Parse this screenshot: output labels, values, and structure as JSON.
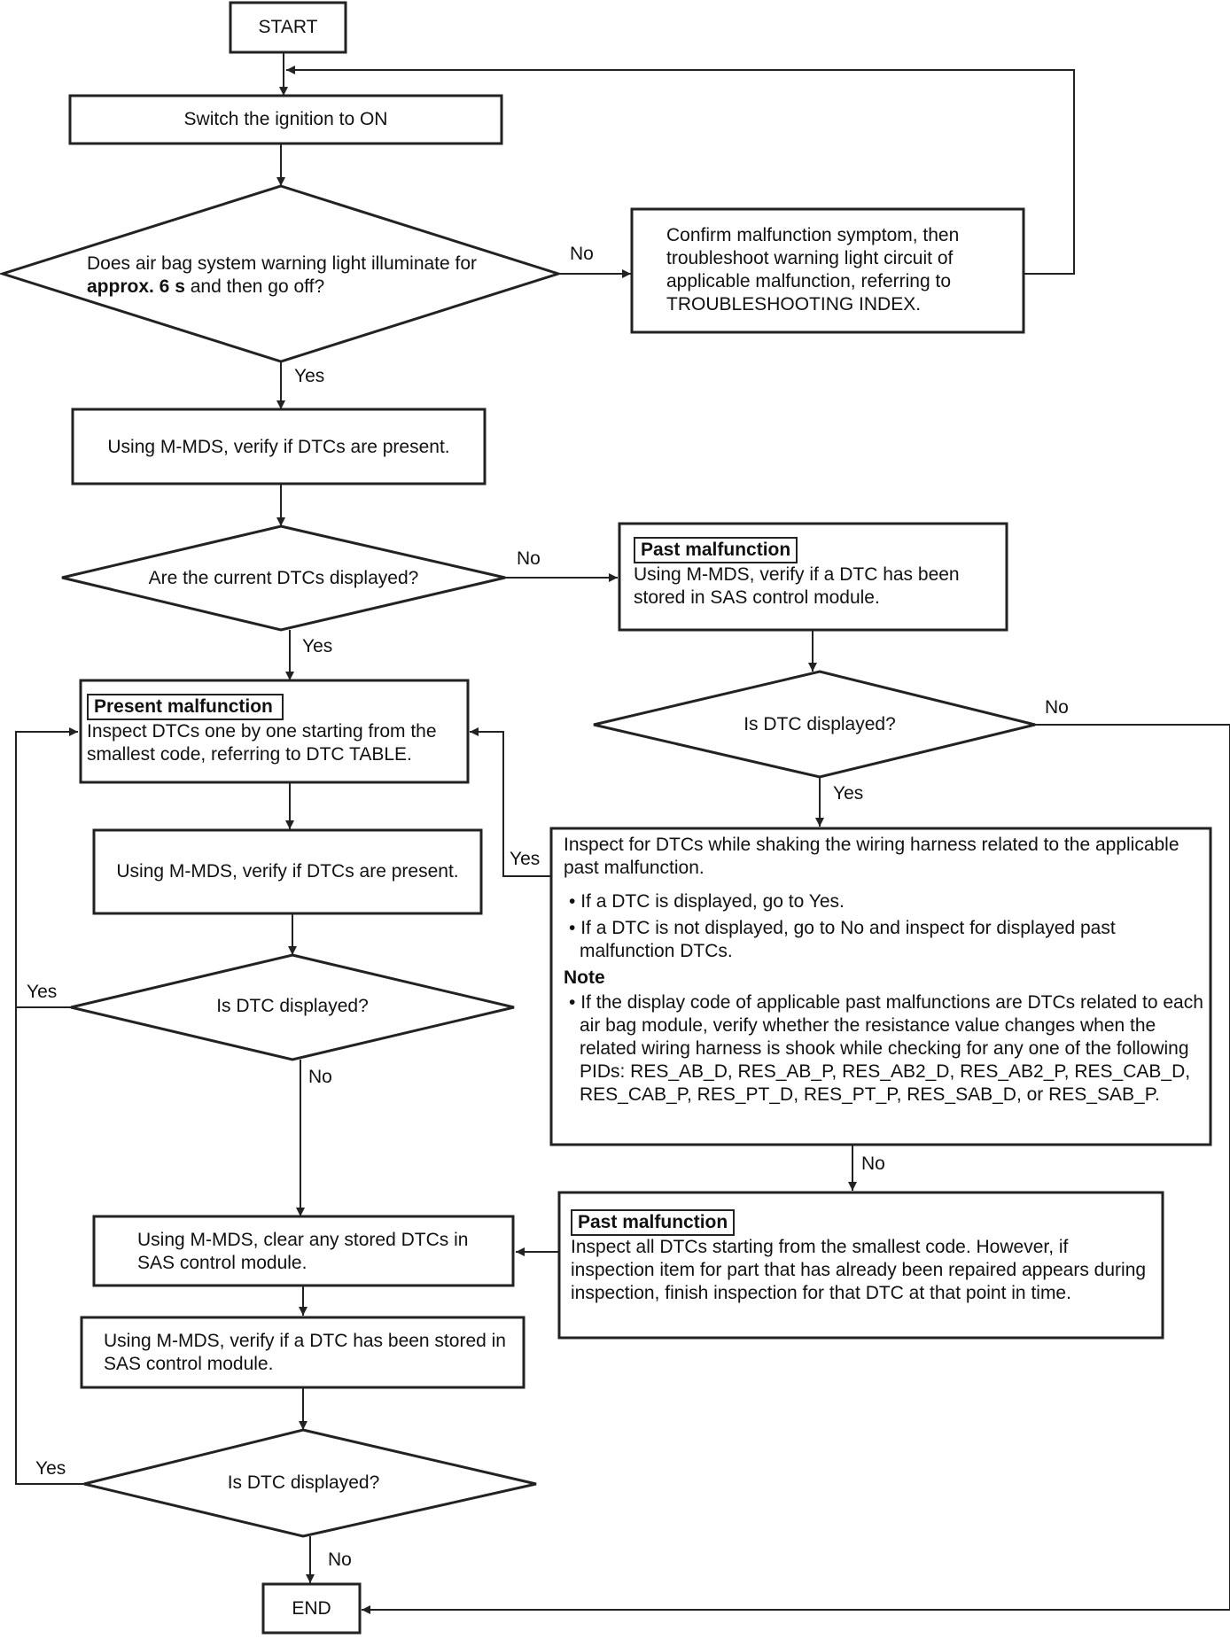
{
  "nodes": {
    "start": "START",
    "ignition": "Switch the ignition to ON",
    "warning_q": {
      "pre": "Does air bag system warning light illuminate for ",
      "bold": "approx. 6 s",
      "post": " and then go off?"
    },
    "confirm": "Confirm malfunction symptom, then troubleshoot warning light circuit of applicable malfunction, referring to TROUBLESHOOTING INDEX.",
    "verify_present_1": "Using M-MDS, verify if DTCs are present.",
    "current_q": "Are the current DTCs displayed?",
    "past_stored": {
      "header": "Past malfunction",
      "body": "Using M-MDS, verify if a DTC has been stored in SAS control module."
    },
    "present": {
      "header": "Present malfunction",
      "body": "Inspect DTCs one by one starting from the smallest code, referring to DTC TABLE."
    },
    "dtc_q_right": "Is DTC displayed?",
    "verify_present_2": "Using M-MDS, verify if DTCs are present.",
    "shake": {
      "intro": "Inspect for DTCs while shaking the wiring harness related to the applicable past malfunction.",
      "bullet1": "If a DTC is displayed, go to Yes.",
      "bullet2": "If a DTC is not displayed, go to No and inspect for displayed past malfunction DTCs.",
      "note_title": "Note",
      "note": "If the display code of applicable past malfunctions are DTCs related to each air bag module, verify whether the resistance value changes when the related wiring harness is shook while checking for any one of the following PIDs: RES_AB_D, RES_AB_P, RES_AB2_D, RES_AB2_P, RES_CAB_D, RES_CAB_P, RES_PT_D, RES_PT_P, RES_SAB_D, or RES_SAB_P."
    },
    "dtc_q_left": "Is DTC displayed?",
    "clear": "Using M-MDS, clear any stored DTCs in SAS control module.",
    "past_inspect": {
      "header": "Past malfunction",
      "body": "Inspect all DTCs starting from the smallest code. However, if inspection item for part that has already been repaired appears during inspection, finish inspection for that DTC at that point in time."
    },
    "verify_stored": "Using M-MDS, verify if a DTC has been stored in SAS control module.",
    "dtc_q_bottom": "Is DTC displayed?",
    "end": "END"
  },
  "edge_labels": {
    "yes": "Yes",
    "no": "No"
  }
}
